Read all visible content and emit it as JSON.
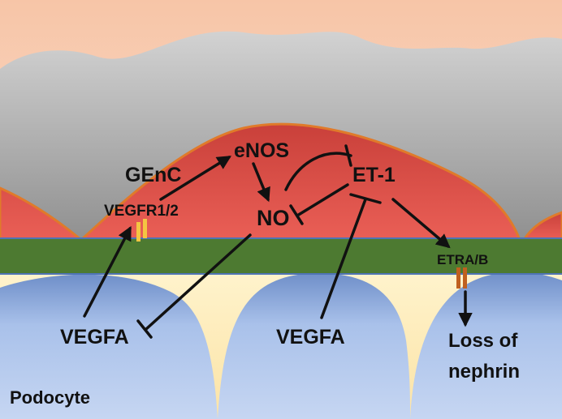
{
  "labels": {
    "genc": "GEnC",
    "enos": "eNOS",
    "et1": "ET-1",
    "vegfr": "VEGFR1/2",
    "no": "NO",
    "etrab": "ETRA/B",
    "vegfa_left": "VEGFA",
    "vegfa_center": "VEGFA",
    "loss_line1": "Loss of",
    "loss_line2": "nephrin",
    "podocyte": "Podocyte"
  },
  "colors": {
    "background_top": "#f6c9ad",
    "plasma_gray": "#a9a9a9",
    "endothelial_red": "#e0524a",
    "endothelial_edge": "#e07a2a",
    "basement_membrane": "#4d7a31",
    "podocyte_blue": "#9db9e6",
    "urinary_space": "#fbe9b0",
    "receptor_yellow": "#f4c542",
    "receptor_orange": "#c0601f",
    "arrow": "#111111"
  }
}
